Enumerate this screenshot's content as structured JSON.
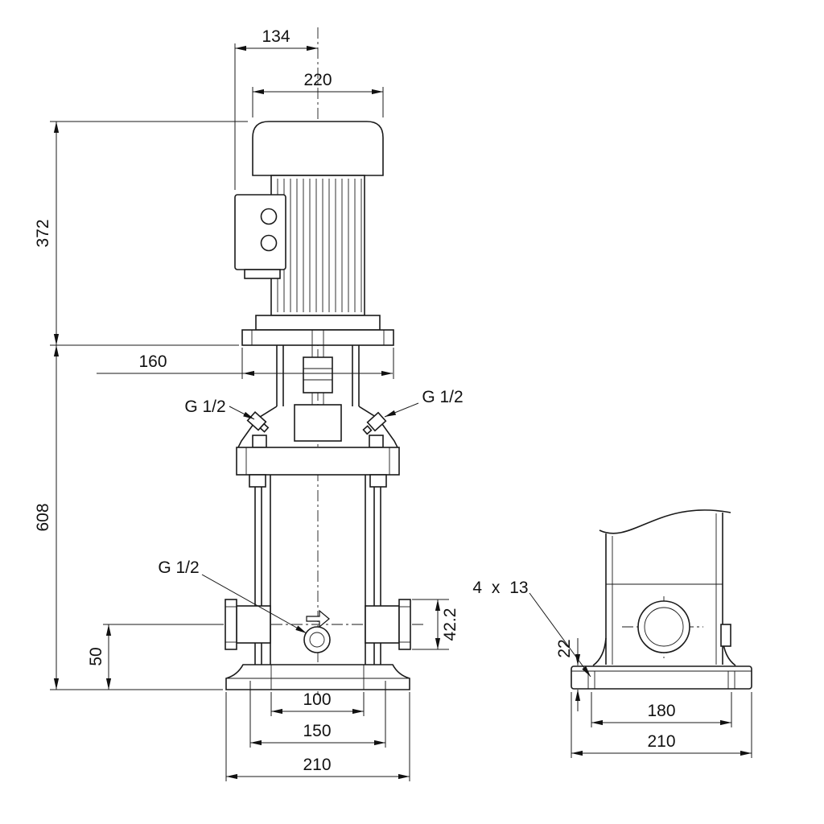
{
  "dims": {
    "d134": "134",
    "d220": "220",
    "d372": "372",
    "d160": "160",
    "d608": "608",
    "g12_left": "G 1/2",
    "g12_right": "G 1/2",
    "g12_drain": "G 1/2",
    "d42_2": "42.2",
    "d50": "50",
    "d100": "100",
    "d150": "150",
    "d210_front": "210",
    "bolt_holes": "4 x 13",
    "d22": "22",
    "d180": "180",
    "d210_side": "210"
  },
  "colors": {
    "line": "#1a1a1a",
    "background": "#ffffff"
  }
}
